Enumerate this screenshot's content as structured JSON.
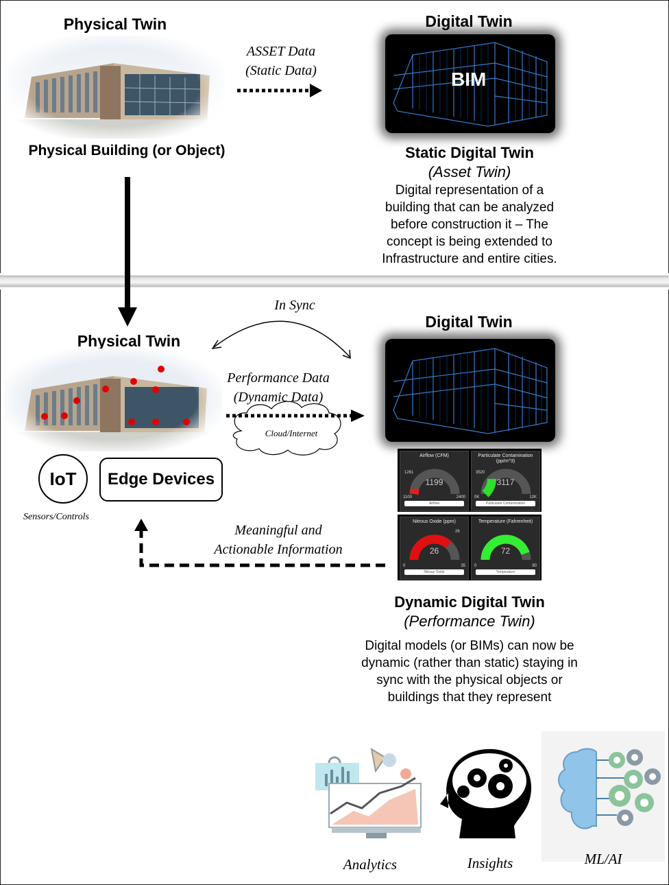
{
  "top": {
    "physical_twin_title": "Physical Twin",
    "physical_caption": "Physical Building (or Object)",
    "asset_data_line1": "ASSET Data",
    "asset_data_line2": "(Static Data)",
    "digital_twin_title": "Digital Twin",
    "bim_label": "BIM",
    "static_title": "Static Digital Twin",
    "static_subtitle": "(Asset Twin)",
    "static_desc": [
      "Digital representation of a",
      "building  that can be analyzed",
      "before construction it – The",
      "concept is being extended to",
      "Infrastructure and entire cities."
    ]
  },
  "bottom": {
    "in_sync": "In Sync",
    "physical_twin_title": "Physical Twin",
    "perf_line1": "Performance Data",
    "perf_line2": "(Dynamic Data)",
    "cloud_label": "Cloud/Internet",
    "digital_twin_title": "Digital Twin",
    "iot_label": "IoT",
    "edge_label": "Edge Devices",
    "sensors_label": "Sensors/Controls",
    "meaningful_line1": "Meaningful and",
    "meaningful_line2": "Actionable Information",
    "dynamic_title": "Dynamic Digital Twin",
    "dynamic_subtitle": "(Performance Twin)",
    "dynamic_desc": [
      "Digital models (or BIMs) can now be",
      "dynamic (rather than static) staying in",
      "sync with the physical objects or",
      "buildings that they represent"
    ]
  },
  "gauges": [
    {
      "title": "Airflow (CFM)",
      "value": "1199",
      "min": "1100",
      "max": "2400",
      "marker": "1261",
      "footer": "Airflow",
      "fill": 0.08,
      "color": "#e02020"
    },
    {
      "title": "Particulate Contamination (pp/m^3)",
      "value": "3117",
      "min": "0K",
      "max": "12K",
      "marker": "3520",
      "footer": "Particulate Contamination",
      "fill": 0.26,
      "color": "#2ee02e"
    },
    {
      "title": "Nitrous Oxide (ppm)",
      "value": "26",
      "min": "0",
      "max": "35",
      "marker": "26",
      "footer": "Nitrous Oxide",
      "fill": 0.74,
      "color": "#e01010"
    },
    {
      "title": "Temperature (Fahrenheit)",
      "value": "72",
      "min": "0",
      "max": "80",
      "marker": "",
      "footer": "Temperature",
      "fill": 0.9,
      "color": "#33ee33"
    }
  ],
  "icons": {
    "analytics_label": "Analytics",
    "insights_label": "Insights",
    "mlai_label": "ML/AI"
  }
}
